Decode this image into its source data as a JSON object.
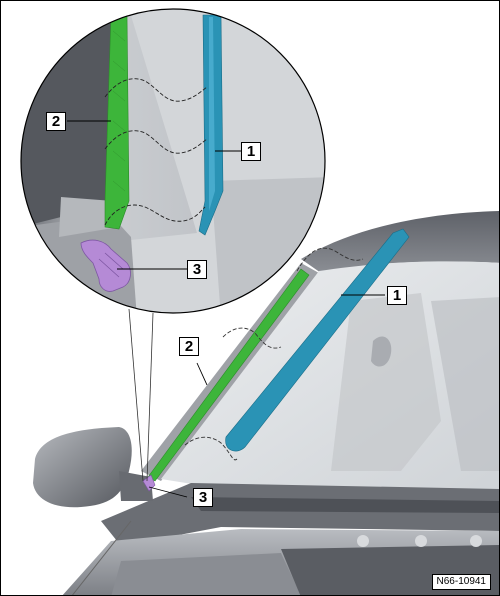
{
  "callouts": {
    "zoom_trim_strip": "1",
    "zoom_seal_strip": "2",
    "zoom_clip": "3",
    "main_trim_strip": "1",
    "main_seal_strip": "2",
    "main_clip": "3"
  },
  "reference_code": "N66-10941",
  "colors": {
    "seal_strip": "#3db53a",
    "trim_strip": "#2a93b5",
    "clip": "#b58ad6",
    "body_grey": "#8e9096",
    "glass": "#dfe2e5"
  }
}
